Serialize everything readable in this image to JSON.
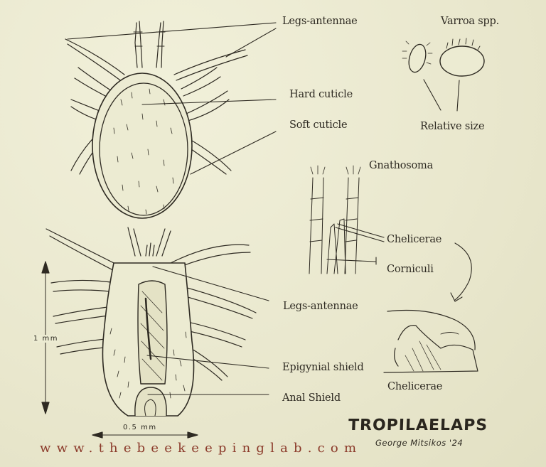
{
  "title": "TROPILAELAPS",
  "author": "George Mitsikos '24",
  "website": "www.thebeekeepinglab.com",
  "colors": {
    "background": "#ecebd2",
    "ink": "#2e2a22",
    "website": "#8b3a2a"
  },
  "dorsal_view": {
    "labels": {
      "legs_antennae": "Legs-antennae",
      "hard_cuticle": "Hard cuticle",
      "soft_cuticle": "Soft cuticle"
    }
  },
  "ventral_view": {
    "labels": {
      "legs_antennae": "Legs-antennae",
      "epigynial_shield": "Epigynial shield",
      "anal_shield": "Anal Shield"
    },
    "scale": {
      "vertical": "1 mm",
      "horizontal": "0.5 mm"
    }
  },
  "comparison": {
    "species": "Varroa spp.",
    "caption": "Relative size"
  },
  "gnathosoma": {
    "title": "Gnathosoma",
    "labels": {
      "chelicerae": "Chelicerae",
      "corniculi": "Corniculi"
    }
  },
  "chelicerae_detail": {
    "caption": "Chelicerae"
  }
}
